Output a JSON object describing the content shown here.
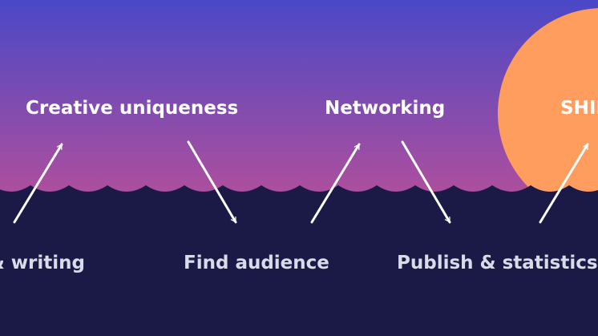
{
  "colors": {
    "sky_top": "#4a48c6",
    "sky_bottom": "#b14f9c",
    "sea": "#1b1a47",
    "sun": "#ff9d5e",
    "arrow": "#ffffff"
  },
  "steps": {
    "top": [
      {
        "id": "creative-uniqueness",
        "label": "Creative uniqueness"
      },
      {
        "id": "networking",
        "label": "Networking"
      },
      {
        "id": "shine",
        "label": "SHINE"
      }
    ],
    "bottom": [
      {
        "id": "reading-writing",
        "label": "Reading & writing"
      },
      {
        "id": "find-audience",
        "label": "Find audience"
      },
      {
        "id": "publish-statistics",
        "label": "Publish & statistics"
      }
    ]
  },
  "arrows": [
    {
      "from": "reading-writing",
      "to": "creative-uniqueness",
      "direction": "up"
    },
    {
      "from": "creative-uniqueness",
      "to": "find-audience",
      "direction": "down"
    },
    {
      "from": "find-audience",
      "to": "networking",
      "direction": "up"
    },
    {
      "from": "networking",
      "to": "publish-statistics",
      "direction": "down"
    },
    {
      "from": "publish-statistics",
      "to": "shine",
      "direction": "up"
    }
  ]
}
